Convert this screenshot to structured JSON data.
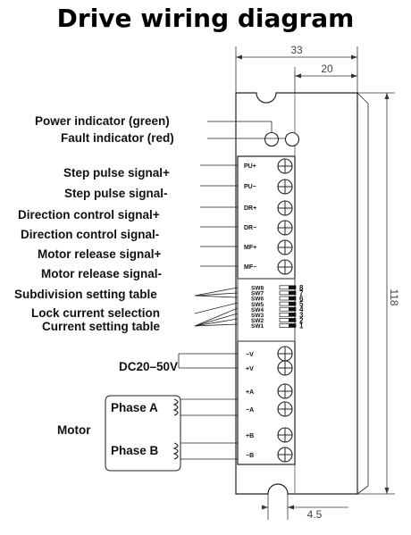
{
  "title": "Drive wiring diagram",
  "dimensions": {
    "width_33": "33",
    "width_20": "20",
    "height_118": "118",
    "offset_45": "4.5"
  },
  "indicators": {
    "power": "Power indicator (green)",
    "fault": "Fault indicator (red)"
  },
  "signal_labels": [
    "Step pulse signal+",
    "Step pulse signal-",
    "Direction control signal+",
    "Direction control signal-",
    "Motor release signal+",
    "Motor release signal-"
  ],
  "signal_terminals": [
    "PU+",
    "PU−",
    "DR+",
    "DR−",
    "MF+",
    "MF−"
  ],
  "switch_labels": {
    "subdivision": "Subdivision setting table",
    "lock": "Lock current selection",
    "current": "Current setting table"
  },
  "switches": [
    {
      "name": "SW8",
      "num": "8"
    },
    {
      "name": "SW7",
      "num": "7"
    },
    {
      "name": "SW6",
      "num": "6"
    },
    {
      "name": "SW5",
      "num": "5"
    },
    {
      "name": "SW4",
      "num": "4"
    },
    {
      "name": "SW3",
      "num": "3"
    },
    {
      "name": "SW2",
      "num": "2"
    },
    {
      "name": "SW1",
      "num": "1"
    }
  ],
  "power_terminals": [
    "−V",
    "+V",
    "+A",
    "−A",
    "+B",
    "−B"
  ],
  "power_label": "DC20–50V",
  "motor": {
    "label": "Motor",
    "phase_a": "Phase A",
    "phase_b": "Phase B"
  }
}
